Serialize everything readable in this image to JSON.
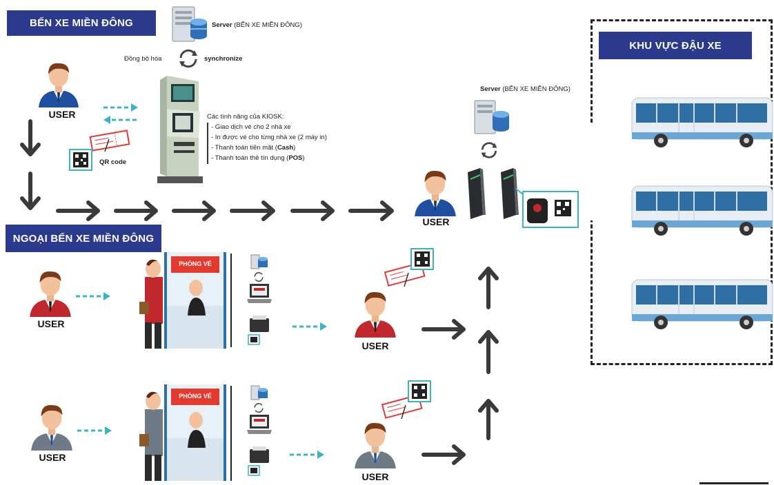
{
  "banners": {
    "ben_xe": "BẾN XE MIỀN ĐÔNG",
    "ngoai_ben_xe": "NGOẠI BẾN XE MIỀN ĐÔNG",
    "khu_vuc": "KHU VỰC ĐẬU XE"
  },
  "server_top": {
    "bold": "Server",
    "rest": " (BẾN XE MIỀN ĐÔNG)"
  },
  "sync": {
    "left": "Đồng bộ hóa",
    "right": "synchronize"
  },
  "server_right": {
    "bold": "Server",
    "rest": " (BẾN XE MIỀN ĐÔNG)"
  },
  "qr_label": "QR code",
  "kiosk": {
    "title": "Các tính năng của KIOSK:",
    "items": [
      {
        "text": "- Giao dịch vé cho 2 nhà xe",
        "bold": ""
      },
      {
        "text": "- In được vé cho từng nhà xe (2 máy in)",
        "bold": ""
      },
      {
        "text": "- Thanh toán tiền mặt (",
        "bold": "Cash",
        "after": ")"
      },
      {
        "text": "- Thanh toán thẻ tín dụng (",
        "bold": "POS",
        "after": ")"
      }
    ]
  },
  "ticket_office": "PHÒNG VÉ",
  "user_label": "USER",
  "colors": {
    "banner": "#2b3a8c",
    "arrow_dark": "#3a3a3a",
    "arrow_dashed": "#3bb3c3",
    "office_sign": "#e23a2e",
    "bus_body": "#e7eef5",
    "bus_window": "#2f6fa3",
    "suit_blue": "#1f4fa0",
    "suit_red": "#c0282d",
    "suit_gray": "#6e7a86"
  },
  "icons": [
    "person-icon",
    "server-icon",
    "sync-icon",
    "kiosk-icon",
    "ticket-icon",
    "qr-icon",
    "turnstile-icon",
    "scanner-icon",
    "bus-icon",
    "printer-icon",
    "laptop-icon",
    "ticket-office-icon"
  ]
}
